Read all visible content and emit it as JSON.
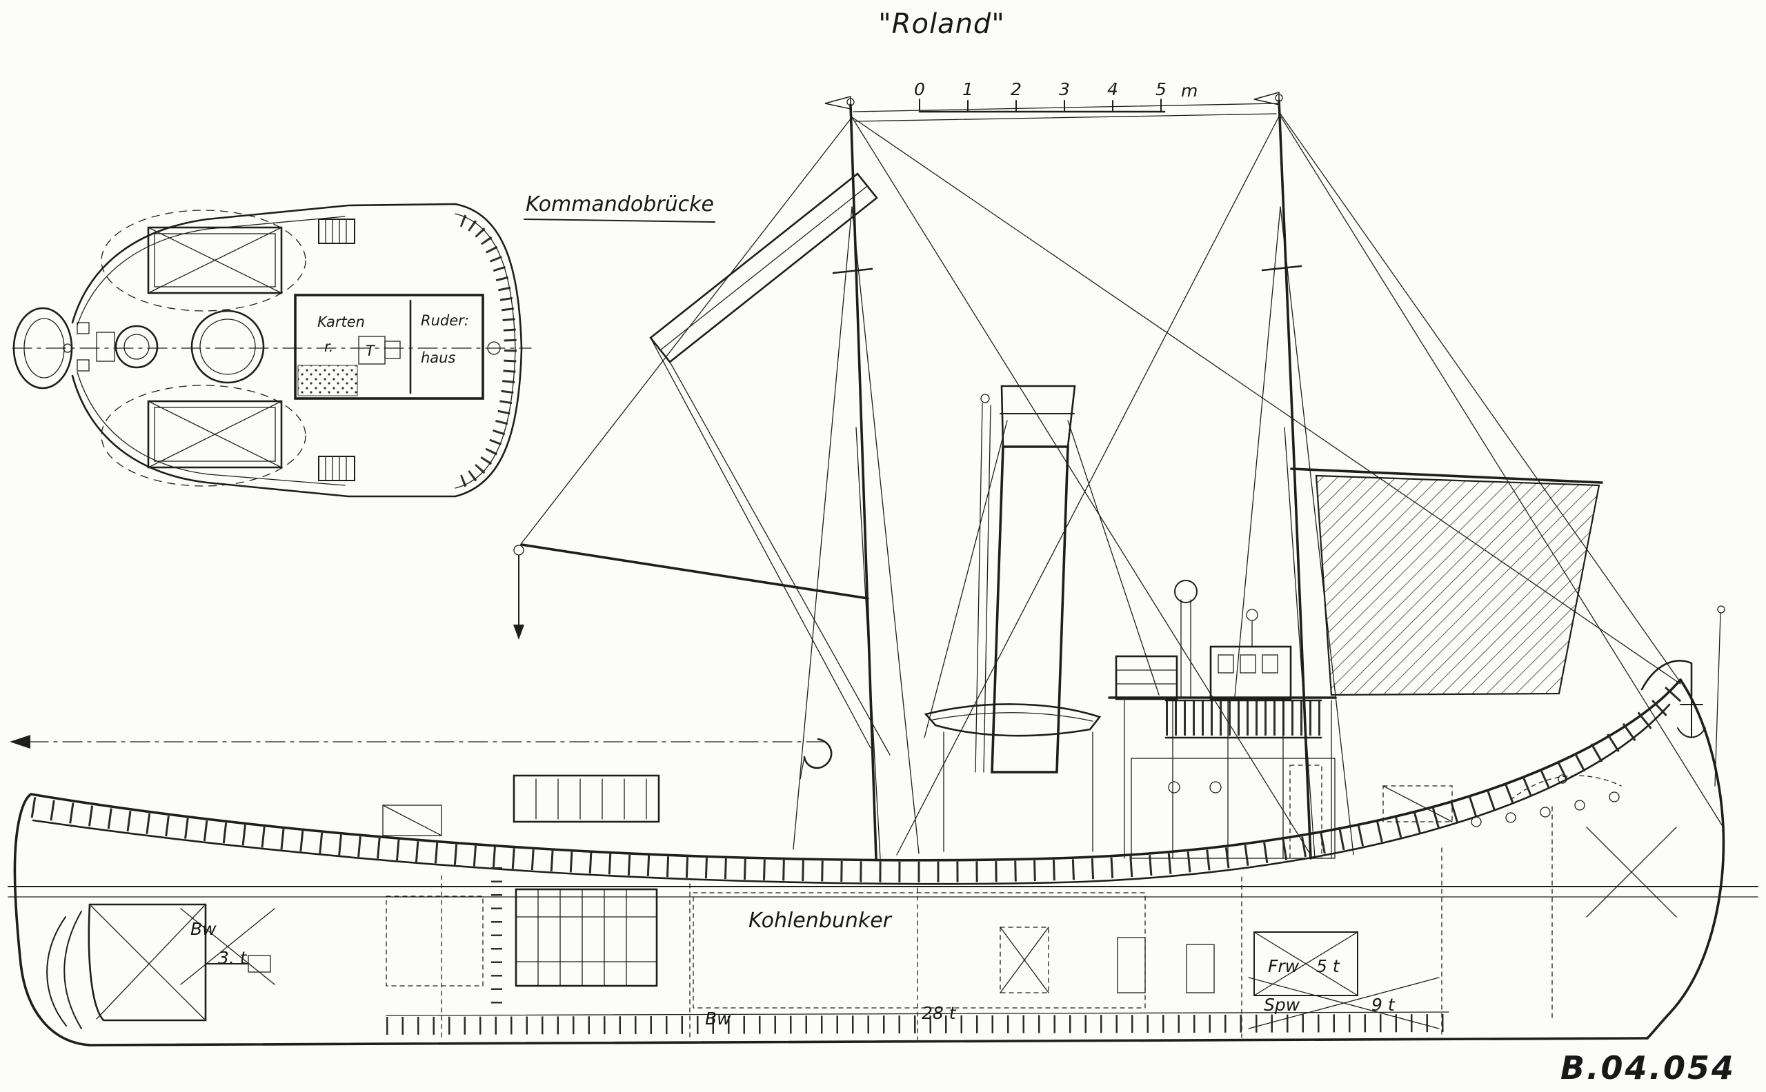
{
  "title": "\"Roland\"",
  "drawing_number": "B.04.054",
  "scale_bar": {
    "ticks": [
      "0",
      "1",
      "2",
      "3",
      "4",
      "5"
    ],
    "unit": "m"
  },
  "plan_view": {
    "label": "Kommandobrücke",
    "chart_room": "Karten",
    "chart_room_sub": "r.",
    "wheelhouse_top": "Ruder:",
    "wheelhouse_bottom": "haus",
    "table_box": "T"
  },
  "side_view": {
    "coal_bunker_label": "Kohlenbunker",
    "stern_tank_label": "Bw",
    "stern_tank_value": "3. t",
    "fresh_water_label": "Frw",
    "fresh_water_value": "5 t",
    "feed_water_label": "Spw",
    "feed_water_value": "9 t",
    "bottom_tank_label": "Bw",
    "bunker_capacity": "28 t"
  }
}
